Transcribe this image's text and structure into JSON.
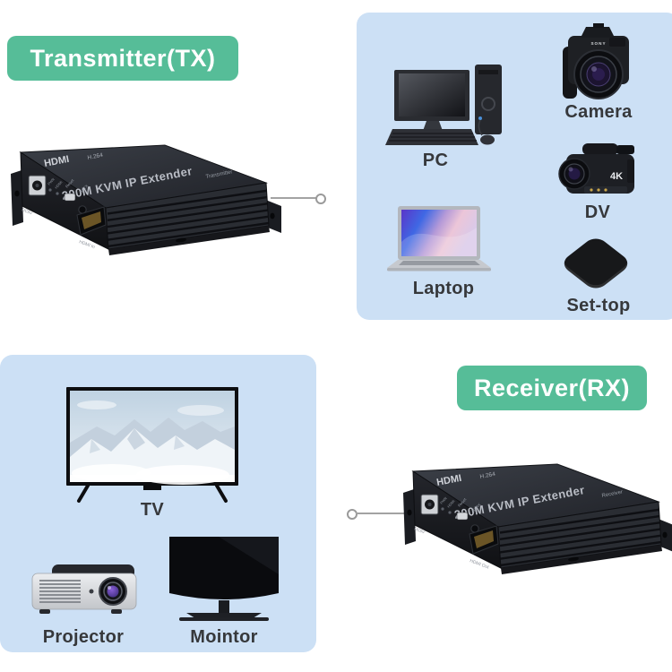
{
  "colors": {
    "accent_green": "#56BD98",
    "panel_blue": "#CCE0F5",
    "label_text": "#36383B",
    "connector_gray": "#A3A3A3",
    "device_black": "#1F2127"
  },
  "badges": {
    "transmitter": "Transmitter(TX)",
    "receiver": "Receiver(RX)"
  },
  "device_tx": {
    "brand": "HDMI",
    "codec": "H.264",
    "title": "200M KVM IP Extender",
    "role": "Transmitter",
    "port_power": "DC5V",
    "led_a": "PWR",
    "led_b": "HDMI",
    "port_reset": "Reset",
    "port_ir": "IR TX",
    "port_hdmi": "HDMI In"
  },
  "device_rx": {
    "brand": "HDMI",
    "codec": "H.264",
    "title": "200M KVM IP Extender",
    "role": "Receiver",
    "port_power": "DC5V",
    "led_a": "PWR",
    "led_b": "HDMI",
    "port_reset": "Reset",
    "port_ir": "IR RX",
    "port_hdmi": "HDMI Out"
  },
  "sources": {
    "pc": "PC",
    "laptop": "Laptop",
    "camera": "Camera",
    "dv": "DV",
    "settop": "Set-top"
  },
  "displays": {
    "tv": "TV",
    "projector": "Projector",
    "monitor": "Mointor"
  },
  "camera_brand": "SONY",
  "dv_badge": "4K"
}
